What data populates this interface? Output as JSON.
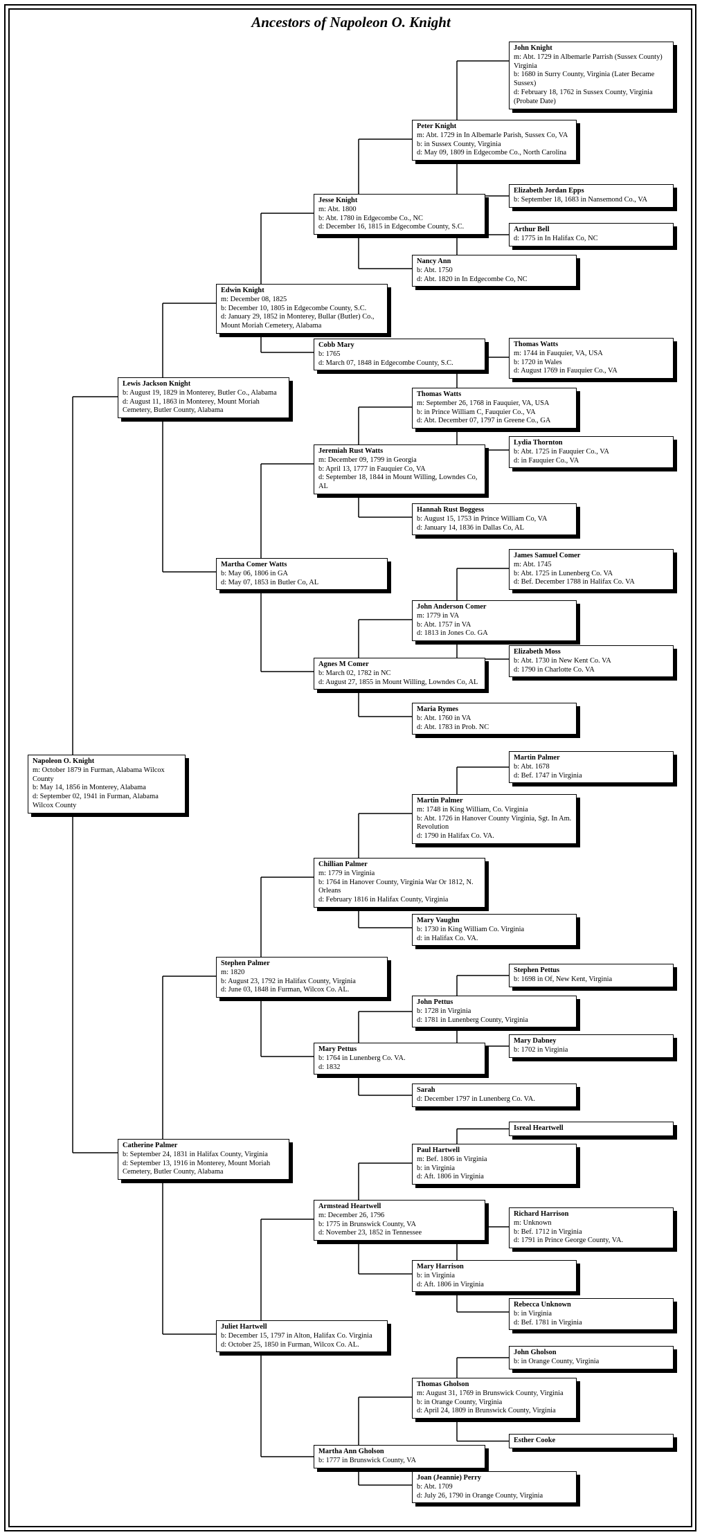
{
  "title": "Ancestors of Napoleon O. Knight",
  "people": {
    "napoleon": {
      "name": "Napoleon O. Knight",
      "lines": [
        "m: October 1879 in Furman, Alabama Wilcox County",
        "b: May 14, 1856 in Monterey, Alabama",
        "d: September 02, 1941 in Furman, Alabama Wilcox County"
      ]
    },
    "lewis": {
      "name": "Lewis Jackson Knight",
      "lines": [
        "b: August 19, 1829 in Monterey, Butler Co., Alabama",
        "d: August 11, 1863 in Monterey, Mount Moriah Cemetery, Butler County, Alabama"
      ]
    },
    "catherine": {
      "name": "Catherine Palmer",
      "lines": [
        "b: September 24, 1831 in Halifax County, Virginia",
        "d: September 13, 1916 in Monterey, Mount Moriah Cemetery, Butler County, Alabama"
      ]
    },
    "edwin": {
      "name": "Edwin Knight",
      "lines": [
        "m: December 08, 1825",
        "b: December 10, 1805 in Edgecombe County, S.C.",
        "d: January 29, 1852 in Monterey, Bullar (Butler) Co., Mount Moriah Cemetery, Alabama"
      ]
    },
    "martha_cw": {
      "name": "Martha Comer Watts",
      "lines": [
        "b: May 06, 1806 in GA",
        "d: May 07, 1853 in Butler Co, AL"
      ]
    },
    "stephen": {
      "name": "Stephen Palmer",
      "lines": [
        "m: 1820",
        "b: August 23, 1792 in Halifax County, Virginia",
        "d: June 03, 1848 in Furman, Wilcox Co. AL."
      ]
    },
    "juliet": {
      "name": "Juliet Hartwell",
      "lines": [
        "b: December 15, 1797 in Alton, Halifax Co. Virginia",
        "d: October 25, 1850 in Furman, Wilcox Co. AL."
      ]
    },
    "jesse": {
      "name": "Jesse Knight",
      "lines": [
        "m: Abt. 1800",
        "b: Abt. 1780 in Edgecombe Co., NC",
        "d: December 16, 1815 in Edgecombe County, S.C."
      ]
    },
    "cobb": {
      "name": "Cobb Mary",
      "lines": [
        "b: 1765",
        "d: March 07, 1848 in Edgecombe County, S.C."
      ]
    },
    "jeremiah": {
      "name": "Jeremiah Rust Watts",
      "lines": [
        "m: December 09, 1799 in Georgia",
        "b: April 13, 1777 in Fauquier Co, VA",
        "d: September 18, 1844 in Mount Willing, Lowndes Co, AL"
      ]
    },
    "agnes": {
      "name": "Agnes M Comer",
      "lines": [
        "b: March 02, 1782 in NC",
        "d: August 27, 1855 in Mount Willing, Lowndes Co, AL"
      ]
    },
    "chillian": {
      "name": "Chillian Palmer",
      "lines": [
        "m: 1779 in Virginia",
        "b: 1764 in Hanover County, Virginia War Or 1812, N. Orleans",
        "d: February 1816 in Halifax County, Virginia"
      ]
    },
    "mary_pettus": {
      "name": "Mary Pettus",
      "lines": [
        "b: 1764 in Lunenberg Co. VA.",
        "d: 1832"
      ]
    },
    "armstead": {
      "name": "Armstead Heartwell",
      "lines": [
        "m: December 26, 1796",
        "b: 1775 in Brunswick County, VA",
        "d: November 23, 1852 in Tennessee"
      ]
    },
    "martha_ag": {
      "name": "Martha Ann Gholson",
      "lines": [
        "b: 1777 in Brunswick County, VA"
      ]
    },
    "peter": {
      "name": "Peter Knight",
      "lines": [
        "m: Abt. 1729 in In Albemarle Parish, Sussex Co, VA",
        "b: in Sussex County, Virginia",
        "d: May 09, 1809 in Edgecombe Co., North Carolina"
      ]
    },
    "nancy": {
      "name": "Nancy Ann",
      "lines": [
        "b: Abt. 1750",
        "d: Abt. 1820 in In Edgecombe Co, NC"
      ]
    },
    "thomas_w2": {
      "name": "Thomas Watts",
      "lines": [
        "m: September 26, 1768 in Fauquier, VA, USA",
        "b: in Prince William C, Fauquier Co., VA",
        "d: Abt. December 07, 1797 in Greene Co., GA"
      ]
    },
    "hannah": {
      "name": "Hannah Rust Boggess",
      "lines": [
        "b: August 15, 1753 in Prince William Co, VA",
        "d: January 14, 1836 in Dallas Co, AL"
      ]
    },
    "john_ac": {
      "name": "John Anderson Comer",
      "lines": [
        "m: 1779 in VA",
        "b: Abt. 1757 in VA",
        "d: 1813 in Jones Co. GA"
      ]
    },
    "maria": {
      "name": "Maria Rymes",
      "lines": [
        "b: Abt. 1760 in VA",
        "d: Abt. 1783 in Prob. NC"
      ]
    },
    "martin_p2": {
      "name": "Martin Palmer",
      "lines": [
        "m: 1748 in King William, Co. Virginia",
        "b: Abt. 1726 in Hanover County Virginia, Sgt. In Am. Revolution",
        "d: 1790 in Halifax Co. VA."
      ]
    },
    "mary_vaughn": {
      "name": "Mary Vaughn",
      "lines": [
        "b: 1730 in King William Co. Virginia",
        "d: in Halifax Co. VA."
      ]
    },
    "john_pettus": {
      "name": "John Pettus",
      "lines": [
        "b: 1728 in Virginia",
        "d: 1781 in Lunenberg County, Virginia"
      ]
    },
    "sarah": {
      "name": "Sarah",
      "lines": [
        "d: December 1797 in Lunenberg Co. VA."
      ]
    },
    "paul": {
      "name": "Paul Hartwell",
      "lines": [
        "m: Bef. 1806 in Virginia",
        "b: in Virginia",
        "d: Aft. 1806 in Virginia"
      ]
    },
    "mary_harrison": {
      "name": "Mary Harrison",
      "lines": [
        "b: in Virginia",
        "d: Aft. 1806 in Virginia"
      ]
    },
    "thomas_g": {
      "name": "Thomas Gholson",
      "lines": [
        "m: August 31, 1769 in Brunswick County, Virginia",
        "b: in Orange County, Virginia",
        "d: April 24, 1809 in Brunswick County, Virginia"
      ]
    },
    "joan": {
      "name": "Joan (Jeannie) Perry",
      "lines": [
        "b: Abt. 1709",
        "d: July 26, 1790 in Orange County, Virginia"
      ]
    },
    "john_k": {
      "name": "John Knight",
      "lines": [
        "m: Abt. 1729 in Albemarle Parrish (Sussex County) Virginia",
        "b: 1680 in Surry County, Virginia (Later Became Sussex)",
        "d: February 18, 1762 in Sussex County, Virginia (Probate Date)"
      ]
    },
    "elizabeth_je": {
      "name": "Elizabeth Jordan Epps",
      "lines": [
        "b: September 18, 1683 in Nansemond Co., VA"
      ]
    },
    "arthur": {
      "name": "Arthur Bell",
      "lines": [
        "d: 1775 in In Halifax Co, NC"
      ]
    },
    "thomas_w1": {
      "name": "Thomas Watts",
      "lines": [
        "m: 1744 in Fauquier, VA, USA",
        "b: 1720 in Wales",
        "d: August 1769 in Fauquier Co., VA"
      ]
    },
    "lydia": {
      "name": "Lydia Thornton",
      "lines": [
        "b: Abt. 1725 in Fauquier Co., VA",
        "d: in Fauquier Co., VA"
      ]
    },
    "james": {
      "name": "James Samuel Comer",
      "lines": [
        "m: Abt. 1745",
        "b: Abt. 1725 in Lunenberg Co. VA",
        "d: Bef. December 1788 in Halifax Co. VA"
      ]
    },
    "elizabeth_m": {
      "name": "Elizabeth Moss",
      "lines": [
        "b: Abt. 1730 in New Kent Co. VA",
        "d: 1790 in Charlotte Co. VA"
      ]
    },
    "martin_p1": {
      "name": "Martin Palmer",
      "lines": [
        "b: Abt. 1678",
        "d: Bef. 1747 in Virginia"
      ]
    },
    "stephen_pettus": {
      "name": "Stephen Pettus",
      "lines": [
        "b: 1698 in Of, New Kent, Virginia"
      ]
    },
    "mary_dabney": {
      "name": "Mary Dabney",
      "lines": [
        "b: 1702 in Virginia"
      ]
    },
    "isreal": {
      "name": "Isreal Heartwell",
      "lines": []
    },
    "richard": {
      "name": "Richard Harrison",
      "lines": [
        "m: Unknown",
        "b: Bef. 1712 in Virginia",
        "d: 1791 in Prince George County, VA."
      ]
    },
    "rebecca": {
      "name": "Rebecca Unknown",
      "lines": [
        "b: in Virginia",
        "d: Bef. 1781 in Virginia"
      ]
    },
    "john_g": {
      "name": "John Gholson",
      "lines": [
        "b: in Orange County, Virginia"
      ]
    },
    "esther": {
      "name": "Esther Cooke",
      "lines": []
    }
  }
}
